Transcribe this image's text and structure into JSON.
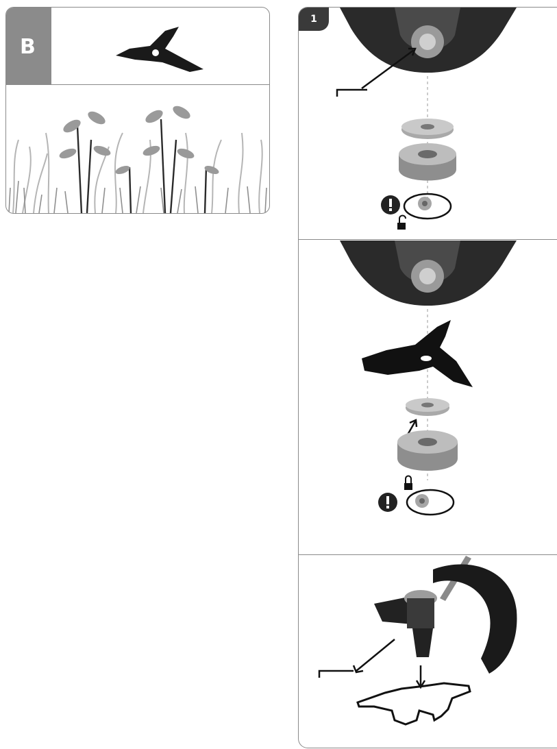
{
  "panel_b": {
    "label": "B",
    "header_icon": "three-tooth-blade-icon",
    "scene_icon": "tall-weeds-grass-icon"
  },
  "panel_1": {
    "step_label": "1",
    "sections": [
      {
        "name": "remove-spool",
        "icons": [
          "trimmer-head-icon",
          "arrow-icon",
          "washer-icon",
          "spool-cap-icon",
          "warning-icon",
          "unlock-icon",
          "rotation-arrow-icon"
        ]
      },
      {
        "name": "install-blade",
        "icons": [
          "trimmer-head-icon",
          "three-tooth-blade-icon",
          "washer-icon",
          "spool-cap-icon",
          "lock-icon",
          "warning-icon",
          "rotation-arrow-icon"
        ]
      },
      {
        "name": "fit-guard",
        "icons": [
          "trimmer-with-guard-icon",
          "arrow-icon",
          "guard-outline-icon"
        ]
      }
    ]
  },
  "colors": {
    "border": "#8a8a8a",
    "tab": "#8b8b8b",
    "badge": "#3a3a3a",
    "ink": "#1a1a1a"
  }
}
